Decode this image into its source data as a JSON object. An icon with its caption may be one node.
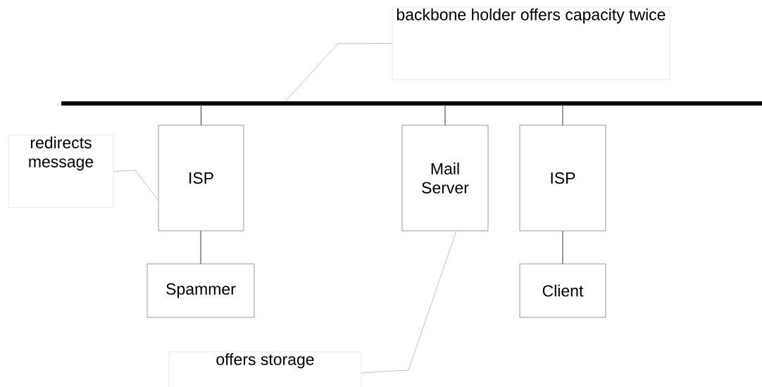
{
  "diagram": {
    "nodes": [
      {
        "text": [
          "backbone holder offers capacity twice"
        ]
      },
      {
        "text": [],
        "shape": "bar"
      },
      {
        "text": [
          "redirects message"
        ]
      },
      {
        "text": [
          "ISP"
        ]
      },
      {
        "text": [
          "Mail Server"
        ]
      },
      {
        "text": [
          "ISP"
        ]
      },
      {
        "text": [
          "Spammer"
        ]
      },
      {
        "text": [
          "Client"
        ]
      },
      {
        "text": [
          "offers storage"
        ]
      }
    ],
    "edges": [
      {
        "from": 3,
        "to": 1,
        "arrow": "none"
      },
      {
        "from": 4,
        "to": 1,
        "arrow": "none"
      },
      {
        "from": 5,
        "to": 1,
        "arrow": "none"
      },
      {
        "from": 6,
        "to": 3,
        "arrow": "none"
      },
      {
        "from": 7,
        "to": 5,
        "arrow": "none"
      },
      {
        "from": 0,
        "to": 1,
        "arrow": "none",
        "color": "#b3b3b3"
      },
      {
        "from": 2,
        "to": 3,
        "arrow": "none",
        "color": "#b3b3b3"
      },
      {
        "from": 8,
        "to": 4,
        "arrow": "none",
        "color": "#b3b3b3"
      }
    ]
  }
}
